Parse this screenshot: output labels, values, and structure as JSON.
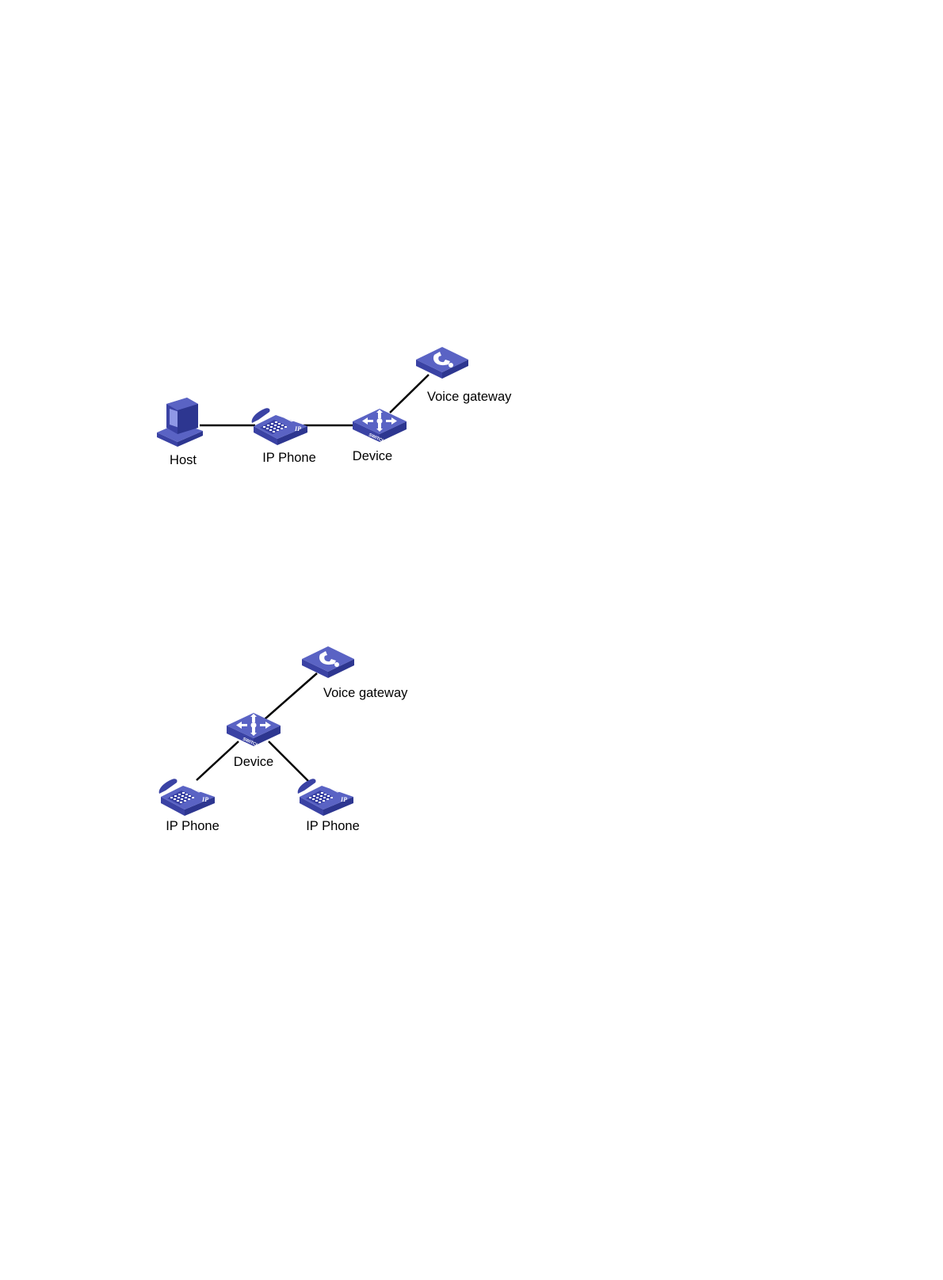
{
  "colors": {
    "device_top": "#5a63c4",
    "device_front": "#3a42a4",
    "device_side": "#2d3690",
    "link": "#000000",
    "label": "#000000"
  },
  "diagram1": {
    "nodes": [
      {
        "id": "host",
        "icon": "computer-icon",
        "label": "Host"
      },
      {
        "id": "ip-phone",
        "icon": "ip-phone-icon",
        "label": "IP Phone",
        "badge": "IP"
      },
      {
        "id": "device",
        "icon": "switch-icon",
        "label": "Device",
        "badge": "SWITCH"
      },
      {
        "id": "voice-gateway",
        "icon": "voice-gateway-icon",
        "label": "Voice gateway"
      }
    ],
    "links": [
      [
        "host",
        "ip-phone"
      ],
      [
        "ip-phone",
        "device"
      ],
      [
        "device",
        "voice-gateway"
      ]
    ]
  },
  "diagram2": {
    "nodes": [
      {
        "id": "voice-gateway",
        "icon": "voice-gateway-icon",
        "label": "Voice gateway"
      },
      {
        "id": "device",
        "icon": "switch-icon",
        "label": "Device",
        "badge": "SWITCH"
      },
      {
        "id": "ip-phone-left",
        "icon": "ip-phone-icon",
        "label": "IP Phone",
        "badge": "IP"
      },
      {
        "id": "ip-phone-right",
        "icon": "ip-phone-icon",
        "label": "IP Phone",
        "badge": "IP"
      }
    ],
    "links": [
      [
        "device",
        "voice-gateway"
      ],
      [
        "device",
        "ip-phone-left"
      ],
      [
        "device",
        "ip-phone-right"
      ]
    ]
  }
}
